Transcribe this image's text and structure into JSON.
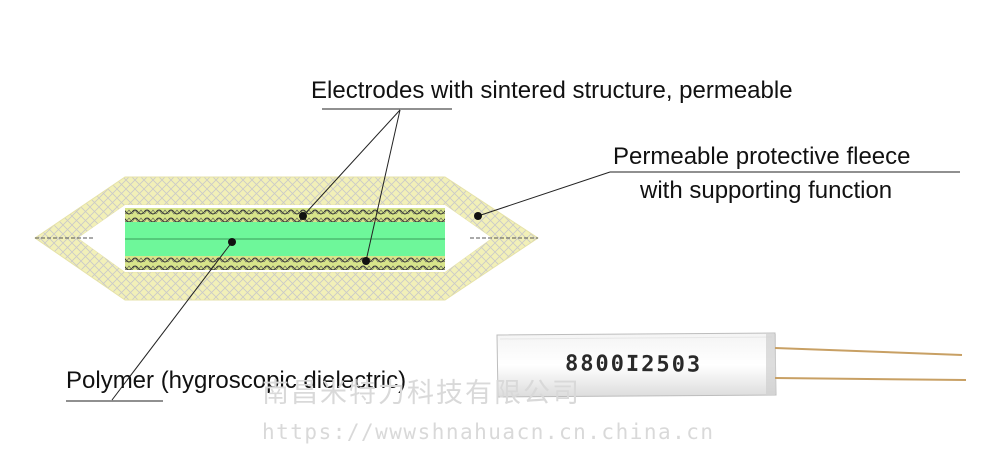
{
  "labels": {
    "electrodes": "Electrodes with sintered structure, permeable",
    "fleece_line1": "Permeable protective fleece",
    "fleece_line2": "with supporting  function",
    "polymer": "Polymer (hygroscopic dielectric)"
  },
  "photo": {
    "sensor_code": "8800I2503"
  },
  "watermark": {
    "company": "南昌米特力科技有限公司",
    "url": "https://wwwshnahuacn.cn.china.cn"
  },
  "colors": {
    "fleece": "#f2f0b8",
    "fleece_mesh": "#c9c9c9",
    "polymer": "#6ef79a",
    "electrode": "#b9d46a",
    "leader_line": "#222222"
  }
}
